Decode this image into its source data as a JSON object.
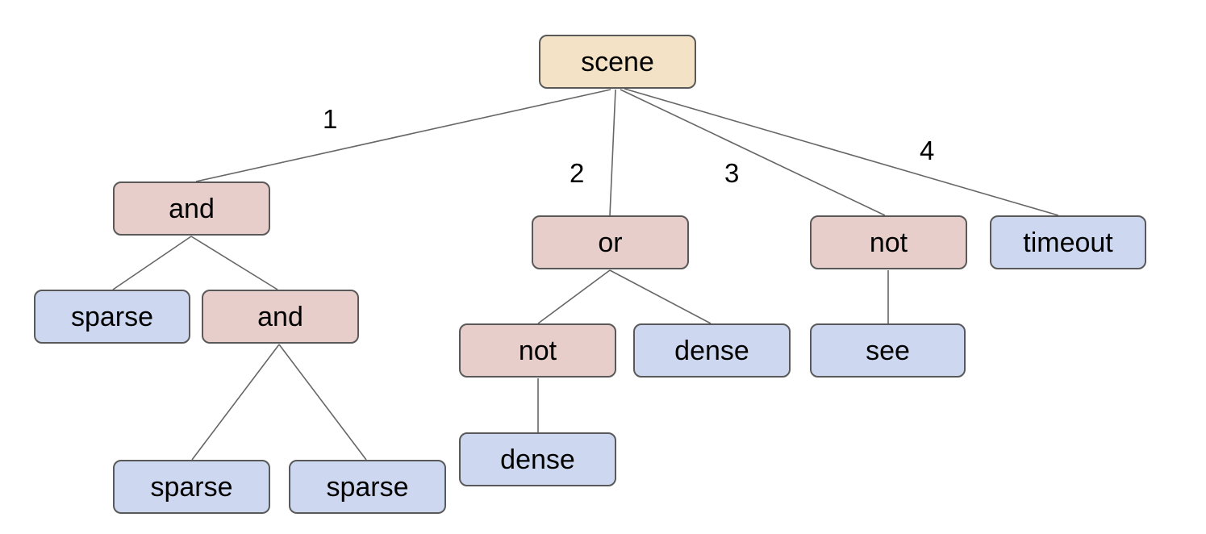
{
  "diagram_type": "tree",
  "colors": {
    "root_fill": "#f3e2c5",
    "operator_fill": "#e8cecb",
    "leaf_fill": "#cdd8f0",
    "node_border": "#595959",
    "edge_stroke": "#666666",
    "text": "#000000"
  },
  "tree": {
    "label": "scene",
    "children": [
      {
        "edge": "1",
        "label": "and",
        "children": [
          {
            "label": "sparse",
            "children": []
          },
          {
            "label": "and",
            "children": [
              {
                "label": "sparse",
                "children": []
              },
              {
                "label": "sparse",
                "children": []
              }
            ]
          }
        ]
      },
      {
        "edge": "2",
        "label": "or",
        "children": [
          {
            "label": "not",
            "children": [
              {
                "label": "dense",
                "children": []
              }
            ]
          },
          {
            "label": "dense",
            "children": []
          }
        ]
      },
      {
        "edge": "3",
        "label": "not",
        "children": [
          {
            "label": "see",
            "children": []
          }
        ]
      },
      {
        "edge": "4",
        "label": "timeout",
        "children": []
      }
    ]
  }
}
